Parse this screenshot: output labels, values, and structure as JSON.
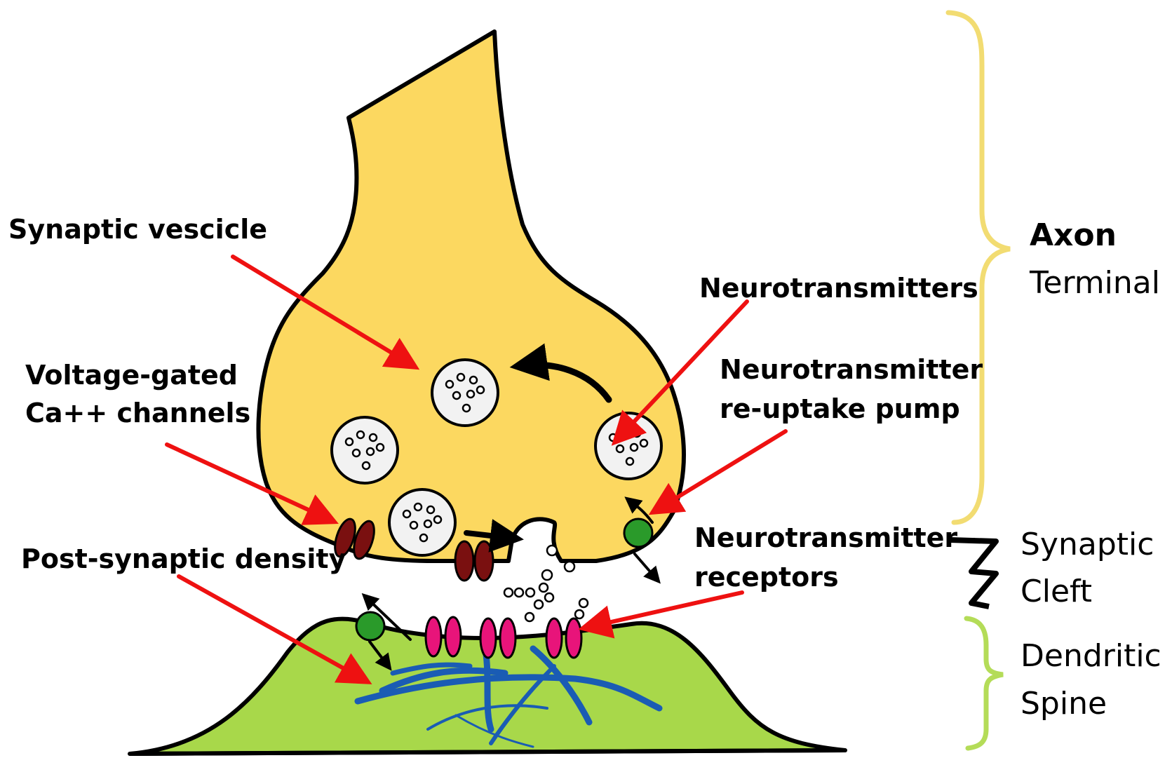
{
  "colors": {
    "axon_fill": "#fcd860",
    "spine_fill": "#a8d84a",
    "outline": "#000000",
    "label_arrow": "#ee1111",
    "flow_arrow": "#000000",
    "ca_channel": "#7a1010",
    "receptor": "#e8147a",
    "reuptake_pump": "#2a9a2a",
    "psd_fibers": "#1a5cb4",
    "axon_brace": "#f2dc72",
    "spine_brace": "#b4dc58",
    "cleft_squiggle": "#000000"
  },
  "labels": {
    "synaptic_vesicle": "Synaptic vescicle",
    "vg_channels_line1": "Voltage-gated",
    "vg_channels_line2": "Ca++ channels",
    "post_synaptic_density": "Post-synaptic density",
    "neurotransmitters": "Neurotransmitters",
    "reuptake_line1": "Neurotransmitter",
    "reuptake_line2": "re-uptake pump",
    "receptors_line1": "Neurotransmitter",
    "receptors_line2": "receptors"
  },
  "regions": {
    "axon_terminal_line1": "Axon",
    "axon_terminal_line2": "Terminal",
    "synaptic_cleft_line1": "Synaptic",
    "synaptic_cleft_line2": "Cleft",
    "dendritic_spine_line1": "Dendritic",
    "dendritic_spine_line2": "Spine"
  }
}
